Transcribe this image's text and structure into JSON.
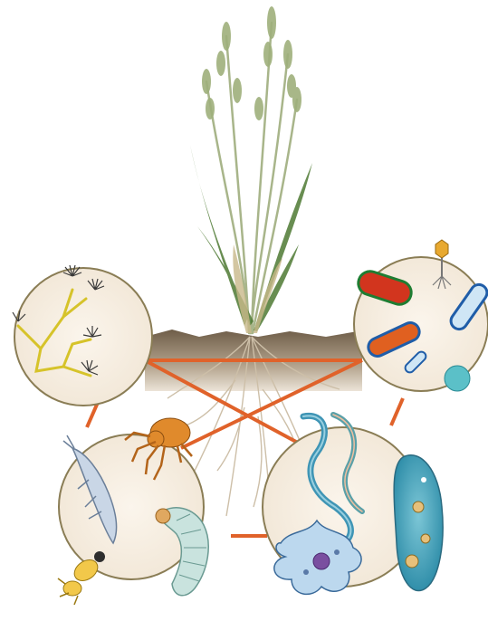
{
  "diagram": {
    "center": {
      "subject": "grass-plant-with-roots"
    },
    "nodes": [
      {
        "id": "fungi",
        "depicts": "fungal-hyphae-with-spore-clusters"
      },
      {
        "id": "bacteria",
        "depicts": "bacteria-and-bacteriophage"
      },
      {
        "id": "arthropods",
        "depicts": "mite-springtail-larva-termite"
      },
      {
        "id": "nematodes-protozoa",
        "depicts": "nematodes-amoeba-paramecium"
      }
    ],
    "connections": [
      [
        "fungi",
        "bacteria"
      ],
      [
        "fungi",
        "arthropods"
      ],
      [
        "fungi",
        "nematodes-protozoa"
      ],
      [
        "bacteria",
        "arthropods"
      ],
      [
        "bacteria",
        "nematodes-protozoa"
      ],
      [
        "arthropods",
        "nematodes-protozoa"
      ]
    ],
    "colors": {
      "connector": "#e0622a",
      "soil": "#7a6a55",
      "grass": "#6f8f4a",
      "circle_border": "#8a7d55",
      "circle_fill": "#f7efe2"
    }
  }
}
